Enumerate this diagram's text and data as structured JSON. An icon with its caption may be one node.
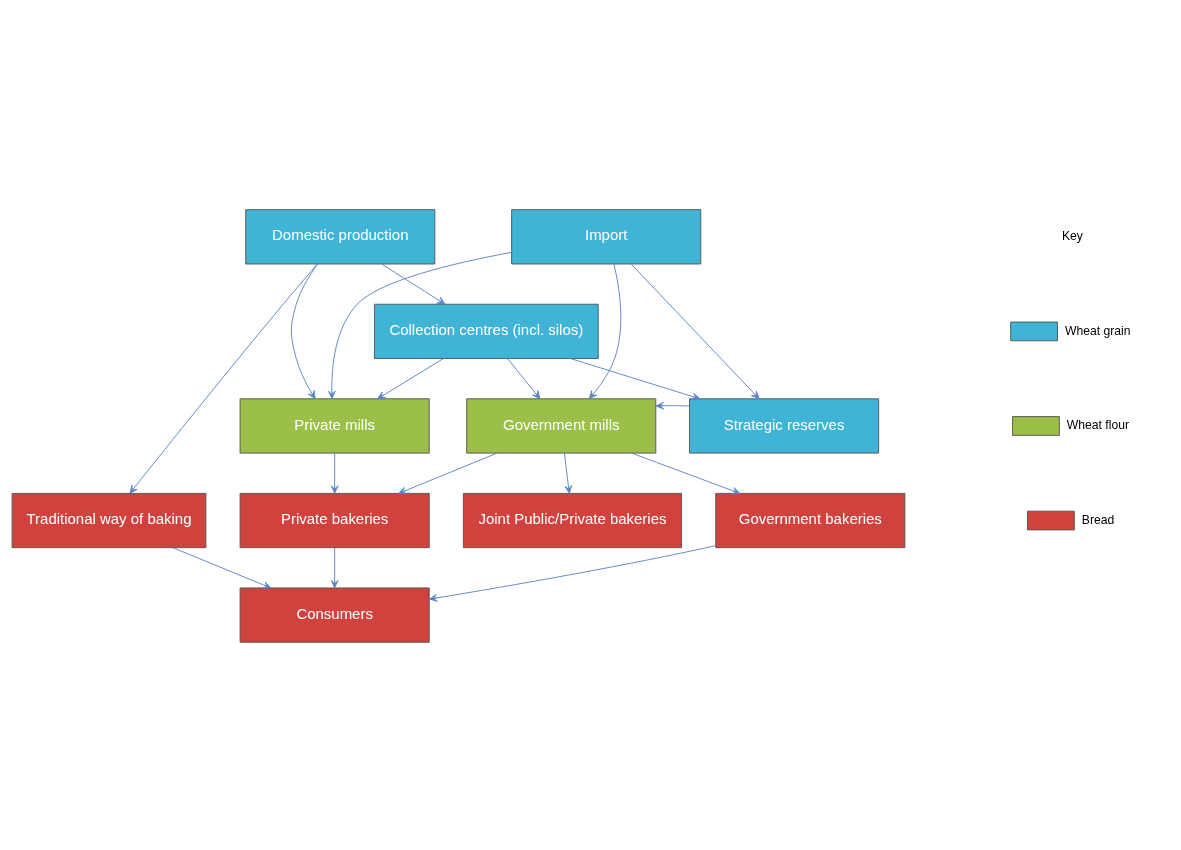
{
  "diagram": {
    "nodes": [
      {
        "text": [
          "Domestic production"
        ]
      },
      {
        "text": [
          "Import"
        ]
      },
      {
        "text": [
          "Collection centres (incl. silos)"
        ]
      },
      {
        "text": [
          "Private mills"
        ]
      },
      {
        "text": [
          "Government mills"
        ]
      },
      {
        "text": [
          "Strategic reserves"
        ]
      },
      {
        "text": [
          "Traditional way of baking"
        ]
      },
      {
        "text": [
          "Private bakeries"
        ]
      },
      {
        "text": [
          "Joint Public/Private bakeries"
        ]
      },
      {
        "text": [
          "Government bakeries"
        ]
      },
      {
        "text": [
          "Consumers"
        ]
      }
    ],
    "edges": [
      {
        "from": 0,
        "to": 2,
        "arrow": "to"
      },
      {
        "from": 0,
        "to": 3,
        "arrow": "to"
      },
      {
        "from": 0,
        "to": 6,
        "arrow": "to"
      },
      {
        "from": 2,
        "to": 3,
        "arrow": "to"
      },
      {
        "from": 2,
        "to": 4,
        "arrow": "to"
      },
      {
        "from": 2,
        "to": 5,
        "arrow": "to"
      },
      {
        "from": 1,
        "to": 3,
        "arrow": "to"
      },
      {
        "from": 1,
        "to": 4,
        "arrow": "to"
      },
      {
        "from": 1,
        "to": 5,
        "arrow": "to"
      },
      {
        "from": 5,
        "to": 4,
        "arrow": "to"
      },
      {
        "from": 3,
        "to": 7,
        "arrow": "to"
      },
      {
        "from": 4,
        "to": 7,
        "arrow": "to"
      },
      {
        "from": 4,
        "to": 8,
        "arrow": "to"
      },
      {
        "from": 4,
        "to": 9,
        "arrow": "to"
      },
      {
        "from": 7,
        "to": 10,
        "arrow": "to"
      },
      {
        "from": 9,
        "to": 10,
        "arrow": "to"
      },
      {
        "from": 6,
        "to": 10,
        "arrow": "to"
      }
    ],
    "labels": [
      "Key"
    ],
    "legend": [
      {
        "text": "Wheat grain",
        "color": "#3fb4d6"
      },
      {
        "text": "Wheat flour",
        "color": "#9bbf48"
      },
      {
        "text": "Bread",
        "color": "#d0423e"
      }
    ]
  }
}
